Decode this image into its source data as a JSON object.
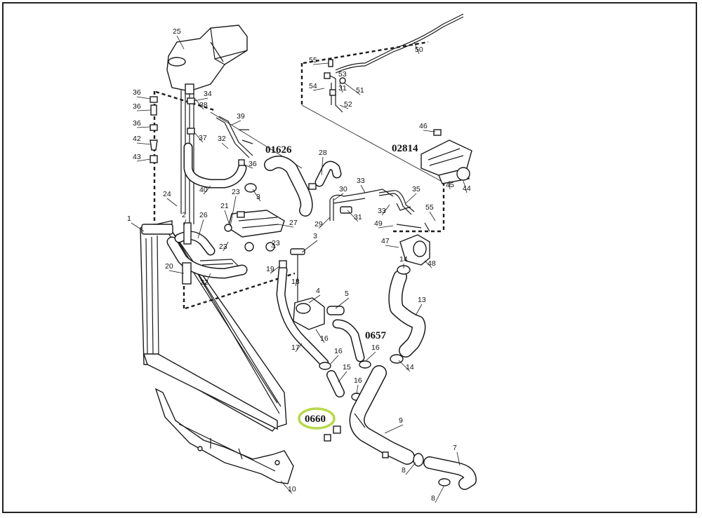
{
  "section_codes": {
    "c01626": "01626",
    "c02814": "02814",
    "c0657": "0657",
    "c0660": "0660"
  },
  "highlight_color": "#b7d94a",
  "callouts": [
    "1",
    "2",
    "3",
    "3",
    "4",
    "5",
    "7",
    "8",
    "8",
    "9",
    "10",
    "13",
    "14",
    "14",
    "15",
    "16",
    "16",
    "16",
    "16",
    "17",
    "18",
    "19",
    "20",
    "21",
    "22",
    "23",
    "23",
    "23",
    "24",
    "25",
    "26",
    "27",
    "28",
    "29",
    "30",
    "31",
    "31",
    "32",
    "33",
    "33",
    "34",
    "35",
    "36",
    "36",
    "36",
    "36",
    "37",
    "38",
    "39",
    "40",
    "42",
    "43",
    "44",
    "45",
    "46",
    "47",
    "48",
    "49",
    "50",
    "51",
    "52",
    "53",
    "54",
    "55",
    "55"
  ]
}
